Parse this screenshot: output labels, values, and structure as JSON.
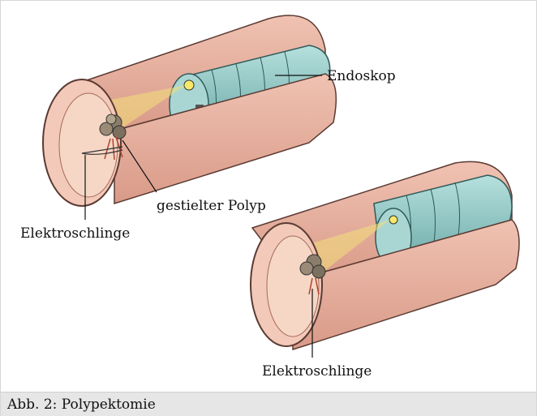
{
  "labels": {
    "endoscope": "Endoskop",
    "pedunculated_polyp": "gestielter Polyp",
    "snare_top": "Elektroschlinge",
    "snare_bottom": "Elektroschlinge"
  },
  "caption": "Abb. 2: Polypektomie",
  "colors": {
    "tube_outer": "#e9b3a2",
    "tube_inner": "#f3c9b9",
    "mucosa": "#f6d7c6",
    "endoscope": "#8cc6c4",
    "light": "#f3e07a",
    "polyp": "#8b7d6b",
    "caption_bg": "#e6e6e6"
  }
}
